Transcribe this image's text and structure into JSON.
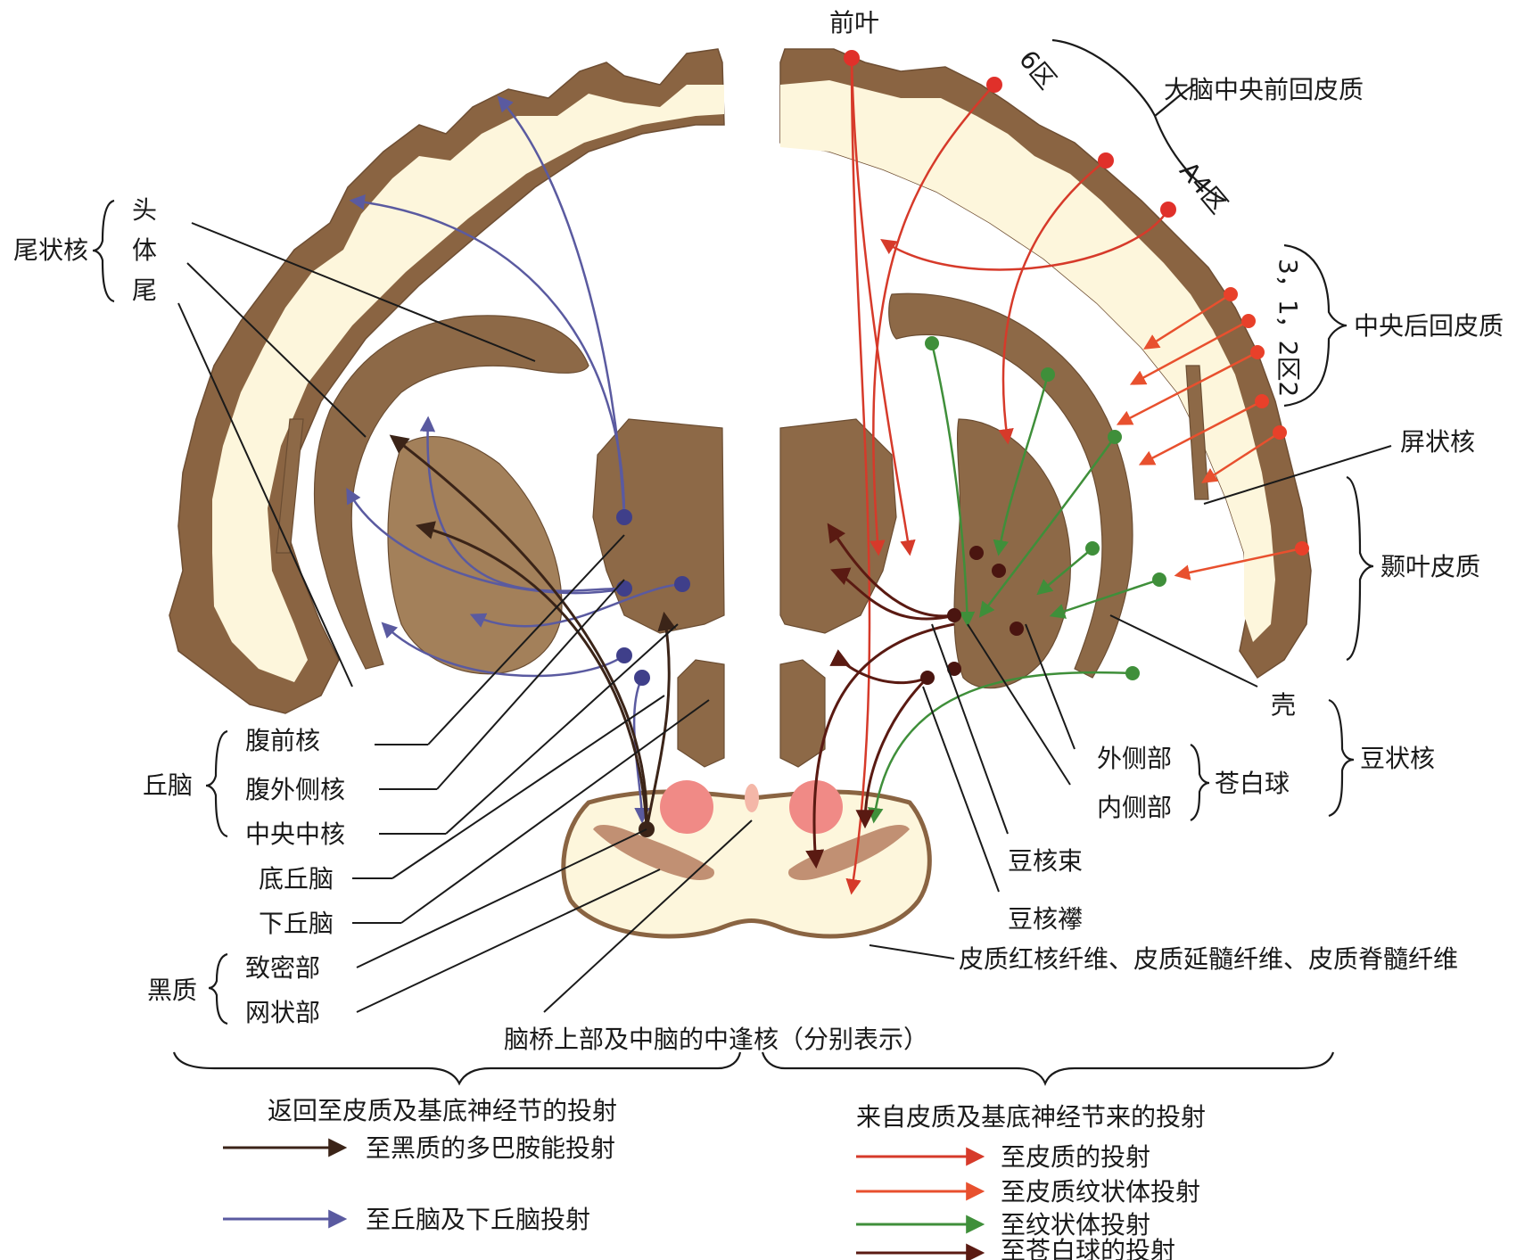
{
  "labels": {
    "anterior_lobe": "前叶",
    "area6": "6区",
    "area4": "A4区",
    "precentral_cortex": "大脑中央前回皮质",
    "areas312": "3，1，2区2",
    "postcentral_cortex": "中央后回皮质",
    "claustrum": "屏状核",
    "temporal_cortex": "颞叶皮质",
    "putamen": "壳",
    "lenticular_nucleus": "豆状核",
    "lateral_part": "外侧部",
    "medial_part": "内侧部",
    "globus_pallidus": "苍白球",
    "lenticular_fasciculus": "豆核束",
    "ansa_lenticularis": "豆核襻",
    "corticofugal_fibers": "皮质红核纤维、皮质延髓纤维、皮质脊髓纤维",
    "raphe_nuclei": "脑桥上部及中脑的中逢核（分别表示）",
    "caudate_nucleus": "尾状核",
    "caudate_head": "头",
    "caudate_body": "体",
    "caudate_tail": "尾",
    "thalamus": "丘脑",
    "ventral_anterior": "腹前核",
    "ventral_lateral": "腹外侧核",
    "centromedian": "中央中核",
    "subthalamus": "底丘脑",
    "hypothalamus": "下丘脑",
    "substantia_nigra": "黑质",
    "pars_compacta": "致密部",
    "pars_reticulata": "网状部"
  },
  "legend": {
    "left_title": "返回至皮质及基底神经节的投射",
    "right_title": "来自皮质及基底神经节来的投射",
    "items_left": [
      {
        "label": "至黑质的多巴胺能投射",
        "color": "#3b2418"
      },
      {
        "label": "至丘脑及下丘脑投射",
        "color": "#5a5aa0"
      }
    ],
    "items_right": [
      {
        "label": "至皮质的投射",
        "color": "#d63a2a"
      },
      {
        "label": "至皮质纹状体投射",
        "color": "#e8502e"
      },
      {
        "label": "至纹状体投射",
        "color": "#3f8f3a"
      },
      {
        "label": "至苍白球的投射",
        "color": "#5a1a12"
      }
    ]
  },
  "colors": {
    "cortex": "#8a6442",
    "white_matter": "#fdf6dc",
    "red_nucleus": "#f08a86",
    "dopaminergic": "#3b2418",
    "thalamic": "#5a5aa0",
    "cortical": "#d63a2a",
    "striatal": "#3f8f3a",
    "pallidal": "#5a1a12"
  }
}
